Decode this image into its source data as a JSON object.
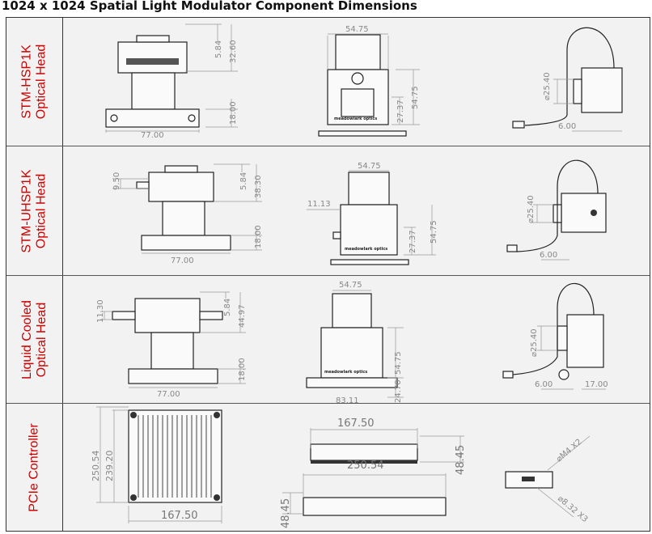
{
  "title": "1024 x 1024 Spatial Light Modulator Component Dimensions",
  "rows": [
    {
      "label": "STM-HSP1K\nOptical Head",
      "dims": {
        "d1": "5.84",
        "d2": "32.60",
        "d3": "18.00",
        "d4": "77.00",
        "d5": "54.75",
        "d6": "27.37",
        "d7": "54.75",
        "d8": "⌀25.40",
        "d9": "6.00"
      }
    },
    {
      "label": "STM-UHSP1K\nOptical Head",
      "dims": {
        "d0": "9.50",
        "d1": "5.84",
        "d2": "38.30",
        "d3": "18.00",
        "d4": "77.00",
        "d5": "54.75",
        "d10": "11.13",
        "d6": "27.37",
        "d7": "54.75",
        "d8": "⌀25.40",
        "d9": "6.00"
      }
    },
    {
      "label": "Liquid Cooled\nOptical Head",
      "dims": {
        "d0": "11.30",
        "d1": "5.84",
        "d2": "44.97",
        "d3": "18.00",
        "d4": "77.00",
        "d5": "54.75",
        "d7": "54.75",
        "d6": "24.70",
        "d11": "83.11",
        "d8": "⌀25.40",
        "d9": "6.00",
        "d12": "17.00"
      }
    },
    {
      "label": "PCIe Controller",
      "dims": {
        "a": "250.54",
        "b": "239.20",
        "c": "167.50",
        "d": "167.50",
        "e": "48.45",
        "f": "250.54",
        "g": "48.45",
        "h": "⌀M4 X2",
        "i": "⌀8.32 X3"
      }
    }
  ],
  "logo_text": "meadowlark optics"
}
